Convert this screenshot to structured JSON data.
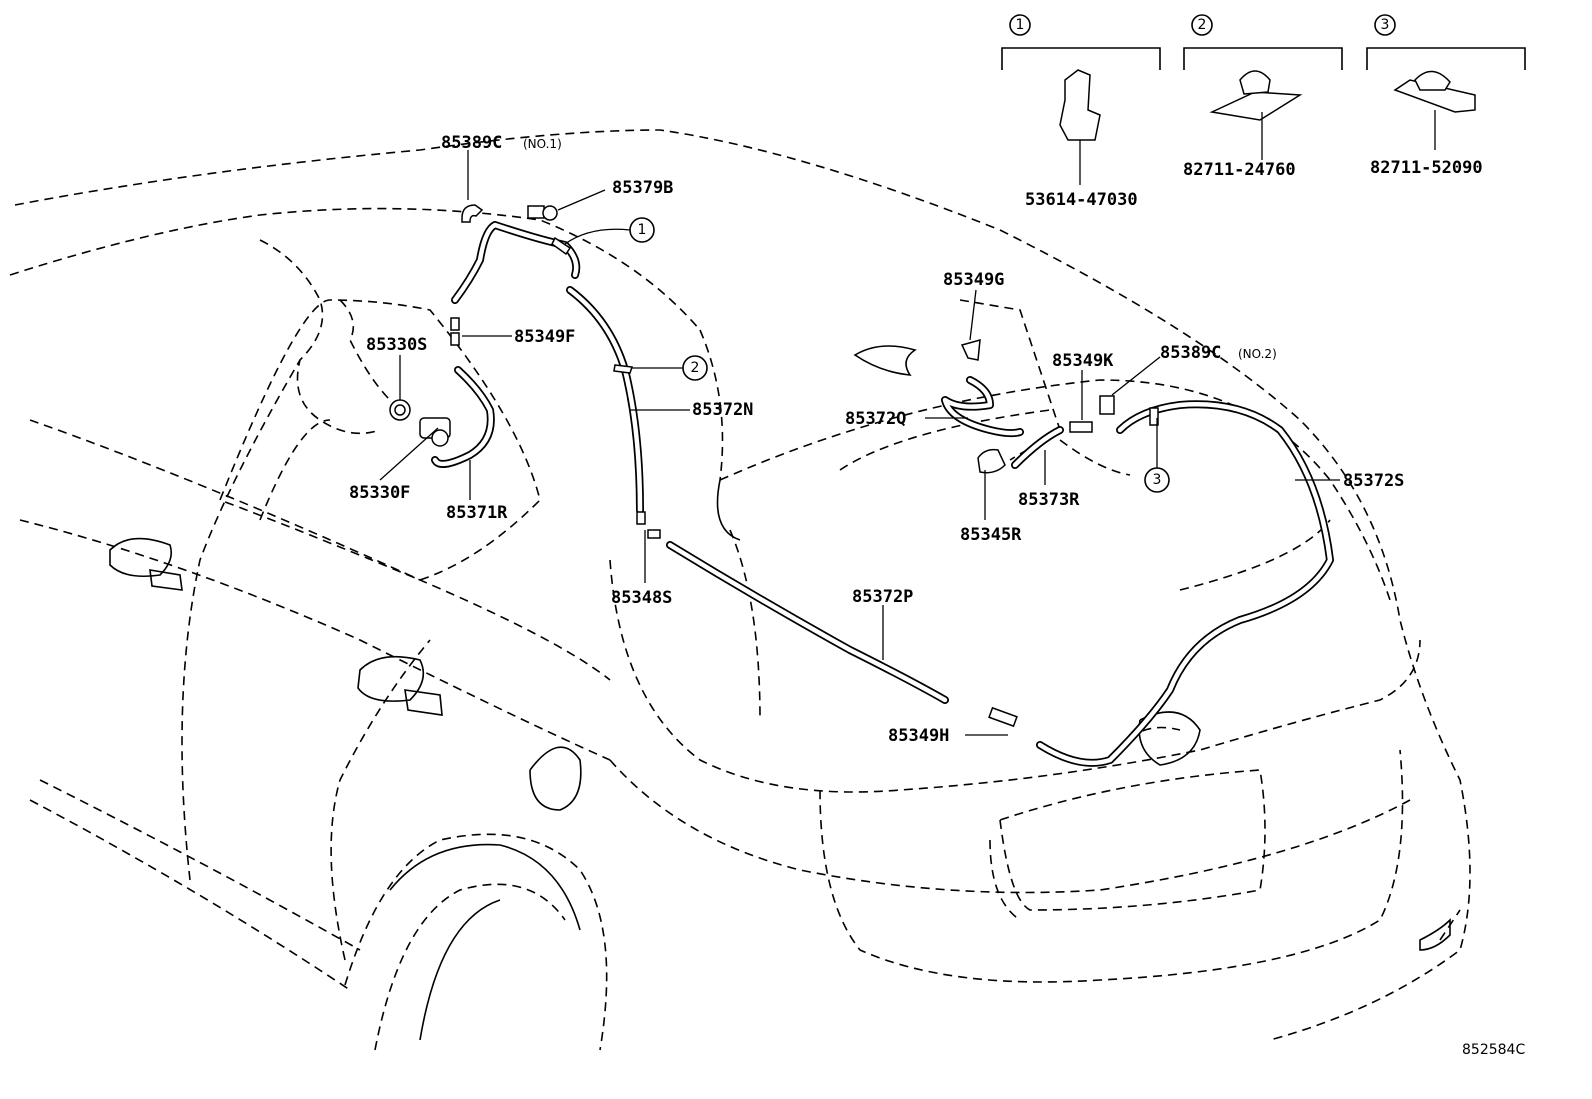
{
  "callout_legend": [
    {
      "marker": "1",
      "part_number": "53614-47030"
    },
    {
      "marker": "2",
      "part_number": "82711-24760"
    },
    {
      "marker": "3",
      "part_number": "82711-52090"
    }
  ],
  "labels": {
    "p85389C_no1": "85389C",
    "p85389C_no1_note": "(NO.1)",
    "p85379B": "85379B",
    "p85349F": "85349F",
    "p85330S": "85330S",
    "p85372N": "85372N",
    "p85330F": "85330F",
    "p85371R": "85371R",
    "p85348S": "85348S",
    "p85372P": "85372P",
    "p85349H": "85349H",
    "p85349G": "85349G",
    "p85372Q": "85372Q",
    "p85349K": "85349K",
    "p85389C_no2": "85389C",
    "p85389C_no2_note": "(NO.2)",
    "p85373R": "85373R",
    "p85345R": "85345R",
    "p85372S": "85372S"
  },
  "diagram_code": "852584C",
  "markers": {
    "one": "1",
    "two": "2",
    "three": "3"
  },
  "icons": [
    "hose-clamp-icon",
    "hose-clip-icon",
    "washer-pump-icon",
    "washer-nozzle-icon",
    "joint-icon"
  ]
}
